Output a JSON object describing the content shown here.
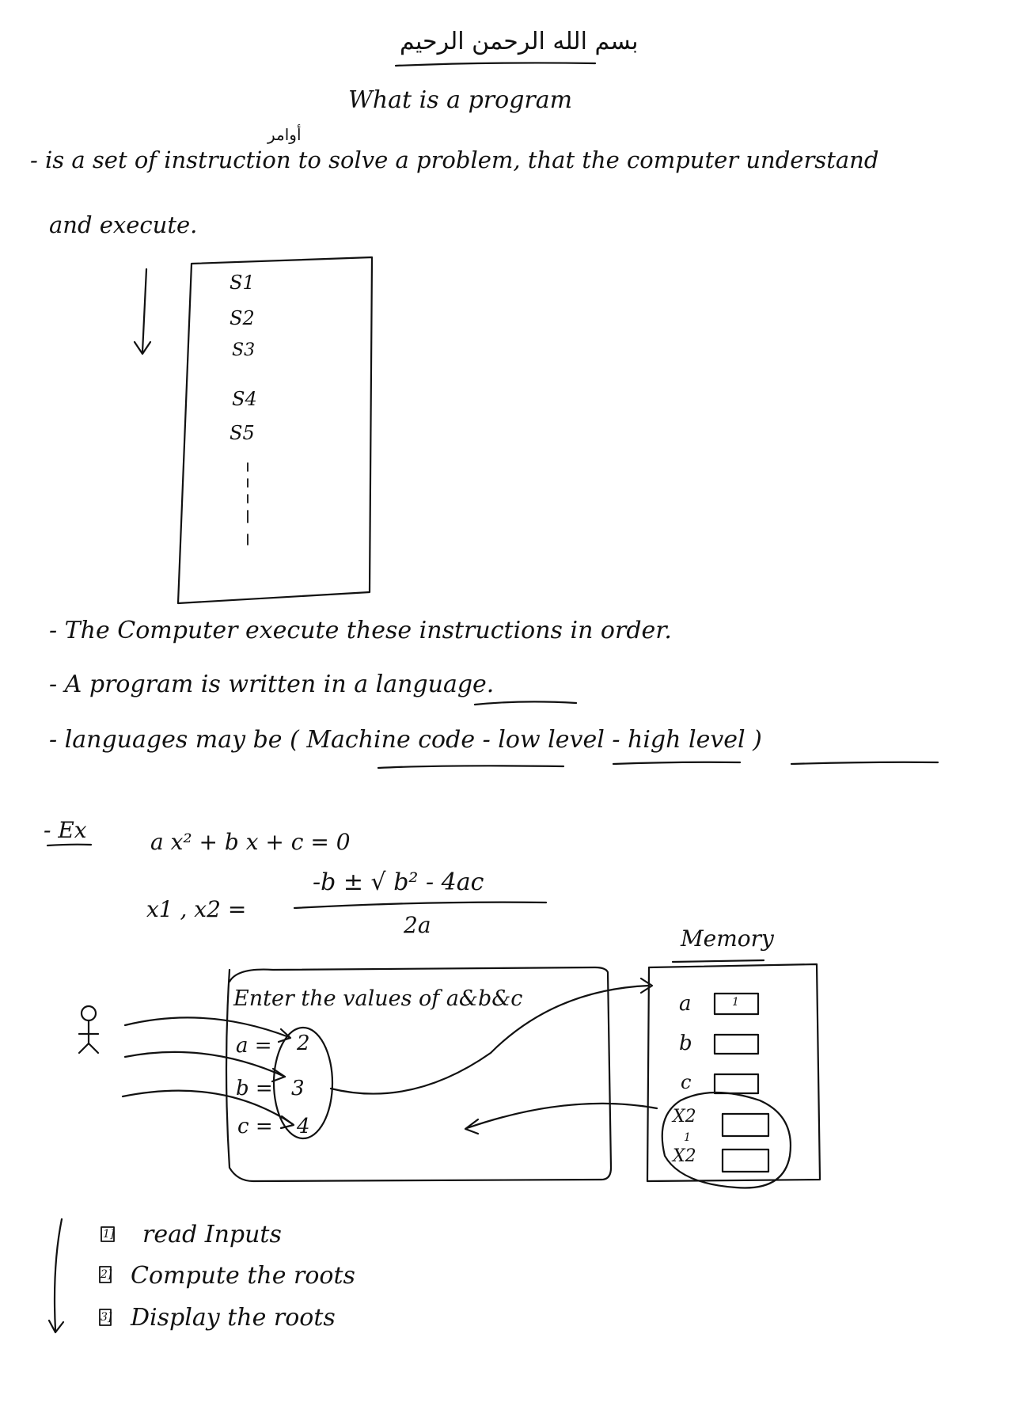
{
  "header": {
    "arabic_heading": "بسم الله الرحمن الرحيم",
    "title": "What is a program",
    "arabic_note": "أوامر"
  },
  "definition": {
    "line1": "- is a set of instruction to solve a problem, that the computer understand",
    "line2": "and execute."
  },
  "steps_box": {
    "steps": [
      "S1",
      "S2",
      "S3",
      "S4",
      "S5"
    ]
  },
  "bullets": [
    "- The Computer execute these instructions in order.",
    "- A program is written in a language.",
    "- languages may be ( Machine code - low level - high level )"
  ],
  "example": {
    "label": "- Ex",
    "equation": "a x² + b x + c = 0",
    "roots_lhs": "x1 , x2 =",
    "numerator": "-b ± √ b² - 4ac",
    "denominator": "2a"
  },
  "program_screen": {
    "prompt": "Enter the values of a&b&c",
    "input_a_label": "a =",
    "input_a_value": "2",
    "input_b_label": "b =",
    "input_b_value": "3",
    "input_c_label": "c =",
    "input_c_value": "4"
  },
  "memory": {
    "label": "Memory",
    "cells": [
      {
        "name": "a",
        "value": "1"
      },
      {
        "name": "b",
        "value": ""
      },
      {
        "name": "c",
        "value": ""
      },
      {
        "name": "X2",
        "value": ""
      },
      {
        "name": "X2",
        "value": ""
      }
    ],
    "separator": "1"
  },
  "algorithm_steps": [
    {
      "num": "1]",
      "text": "read Inputs"
    },
    {
      "num": "2]",
      "text": "Compute the roots"
    },
    {
      "num": "3]",
      "text": "Display the roots"
    }
  ]
}
